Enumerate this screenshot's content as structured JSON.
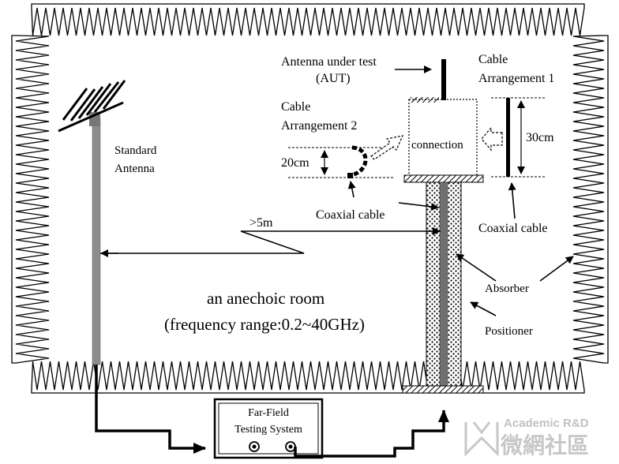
{
  "labels": {
    "aut_line1": "Antenna under test",
    "aut_line2": "(AUT)",
    "cable1_line1": "Cable",
    "cable1_line2": "Arrangement 1",
    "cable2_line1": "Cable",
    "cable2_line2": "Arrangement 2",
    "standard_line1": "Standard",
    "standard_line2": "Antenna",
    "connection": "connection",
    "dim_20": "20cm",
    "dim_30": "30cm",
    "coax_left": "Coaxial cable",
    "coax_right": "Coaxial cable",
    "distance": ">5m",
    "absorber": "Absorber",
    "positioner": "Positioner",
    "room_line1": "an anechoic room",
    "room_line2": "(frequency range:0.2~40GHz)",
    "ffts_line1": "Far-Field",
    "ffts_line2": "Testing System"
  },
  "watermark": {
    "en": "Academic R&D",
    "cn": "微網社區"
  }
}
